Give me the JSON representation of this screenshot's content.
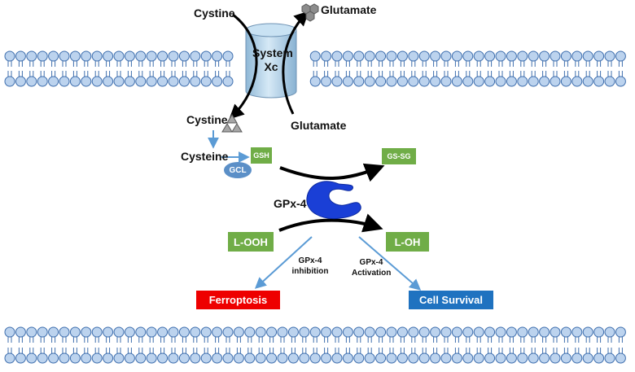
{
  "labels": {
    "cystine_top": "Cystine",
    "glutamate_top": "Glutamate",
    "system_xc": "System Xc",
    "cystine_inner": "Cystine",
    "glutamate_inner": "Glutamate",
    "cysteine": "Cysteine",
    "gcl": "GCL",
    "gsh": "GSH",
    "gssg": "GS-SG",
    "gpx4": "GPx-4",
    "looh": "L-OOH",
    "loh": "L-OH",
    "inhibition": "GPx-4 inhibition",
    "activation": "GPx-4 Activation",
    "ferroptosis": "Ferroptosis",
    "cell_survival": "Cell Survival"
  },
  "colors": {
    "membrane_head": "#bcd3ee",
    "membrane_edge": "#3f6fae",
    "transporter": "#b5d5ea",
    "gpx4_enzyme": "#1a3fd6",
    "green_box": "#70ad47",
    "ferroptosis_box": "#ee0000",
    "survival_box": "#1f72c0",
    "blue_arrow": "#5b9bd5"
  },
  "icons": {
    "glutamate_molecule": "hexagon-cluster-icon",
    "cystine_molecule": "triangle-cluster-icon"
  }
}
